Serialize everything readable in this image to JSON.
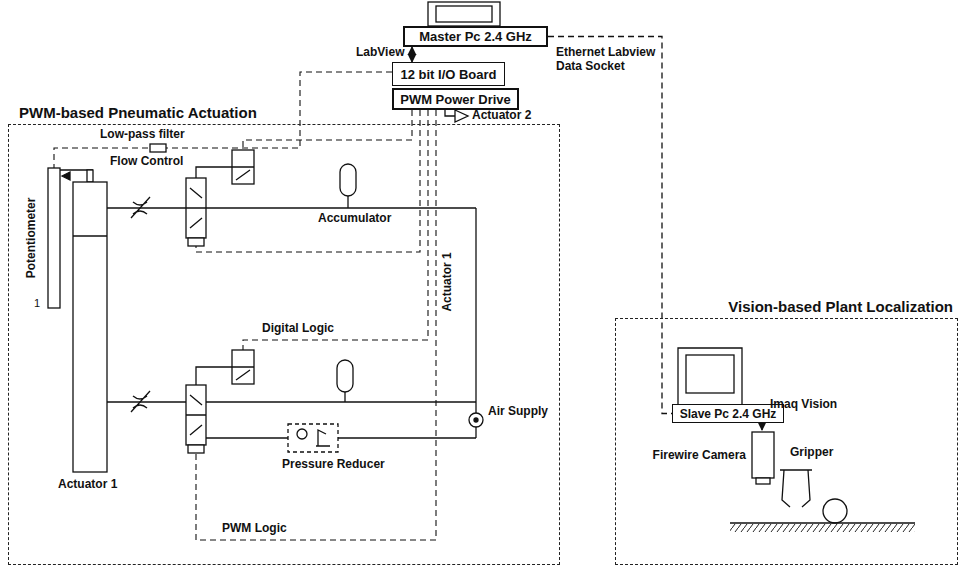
{
  "diagram": {
    "nodes": [
      {
        "text": [
          "Master Pc 2.4 GHz"
        ]
      },
      {
        "text": [
          "12 bit I/O Board"
        ]
      },
      {
        "text": [
          "PWM Power Drive"
        ]
      },
      {
        "text": [
          "PWM-based Pneumatic Actuation"
        ]
      },
      {
        "text": [
          "Vision-based Plant Localization"
        ]
      },
      {
        "text": [
          "Slave Pc 2.4 GHz"
        ],
        "in": 4
      }
    ],
    "edges": [
      {
        "from": 0,
        "to": 1,
        "arrow": "both"
      },
      {
        "from": 0,
        "to": 5,
        "arrow": "none"
      }
    ],
    "labels": [
      "LabView",
      "Ethernet Labview Data Socket",
      "Low-pass filter",
      "Flow Control",
      "Actuator 1",
      "Actuator 2",
      "Accumulator",
      "Potentiometer",
      "1",
      "Digital Logic",
      "Air Supply",
      "Actuator 1",
      "Pressure Reducer",
      "PWM Logic",
      "Imaq Vision",
      "Firewire Camera",
      "Gripper"
    ]
  }
}
